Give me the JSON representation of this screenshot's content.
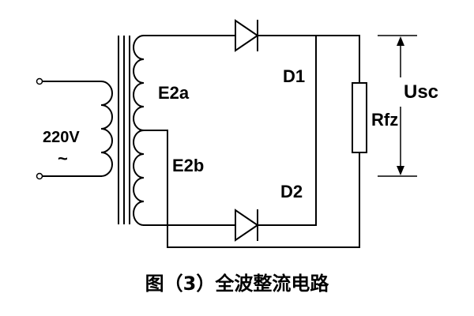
{
  "diagram": {
    "labels": {
      "input_voltage": "220V",
      "ac_symbol": "~",
      "winding_upper": "E2a",
      "winding_lower": "E2b",
      "diode_upper": "D1",
      "diode_lower": "D2",
      "load_resistor": "Rfz",
      "output_voltage": "Usc"
    },
    "caption": "图（3）全波整流电路"
  }
}
